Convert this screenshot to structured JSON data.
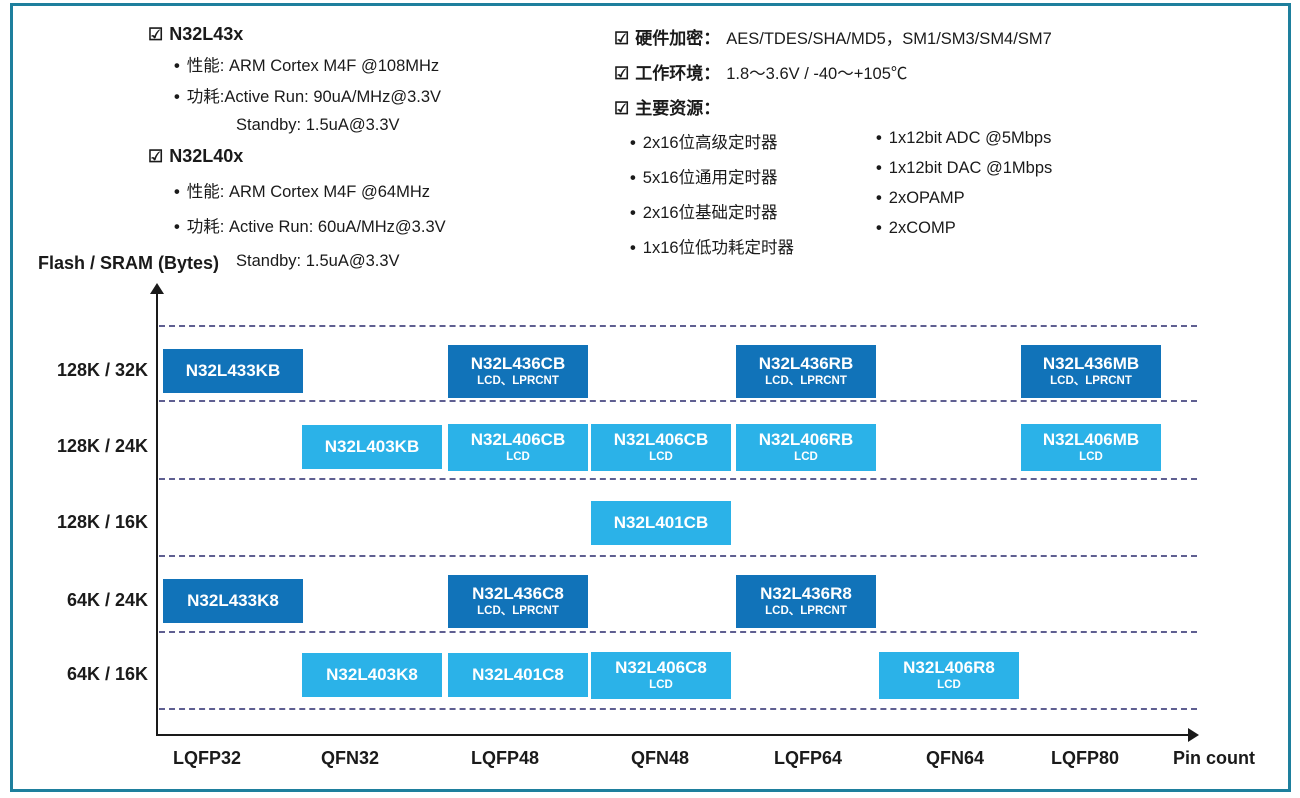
{
  "colors": {
    "frame_border": "#1e7f9d",
    "dash_line": "#44447e",
    "axis": "#1a1a1a",
    "chip_text": "#ffffff",
    "series": {
      "N32L43x": "#1173b9",
      "N32L40x": "#2bb2e8"
    }
  },
  "icons": {
    "checkbox": "☑",
    "bullet": "•"
  },
  "info_left": {
    "groups": [
      {
        "title": "N32L43x",
        "bullets": [
          "性能: ARM Cortex M4F @108MHz",
          "功耗:Active Run: 90uA/MHz@3.3V"
        ],
        "standby": "Standby: 1.5uA@3.3V"
      },
      {
        "title": "N32L40x",
        "bullets": [
          "性能: ARM Cortex M4F @64MHz",
          "功耗: Active Run: 60uA/MHz@3.3V"
        ],
        "standby": "Standby: 1.5uA@3.3V"
      }
    ]
  },
  "info_right": {
    "lines": [
      {
        "label": "硬件加密：",
        "value": "AES/TDES/SHA/MD5，SM1/SM3/SM4/SM7"
      },
      {
        "label": "工作环境：",
        "value": "1.8～3.6V / -40～+105℃"
      },
      {
        "label": "主要资源：",
        "value": ""
      }
    ],
    "resources_col1": [
      "2x16位高级定时器",
      "5x16位通用定时器",
      "2x16位基础定时器",
      "1x16位低功耗定时器"
    ],
    "resources_col2": [
      "1x12bit ADC @5Mbps",
      "1x12bit DAC @1Mbps",
      "2xOPAMP",
      "2xCOMP"
    ]
  },
  "chart_data": {
    "type": "scatter",
    "title": "",
    "xlabel": "Pin count",
    "ylabel": "Flash / SRAM (Bytes)",
    "x_categories": [
      "LQFP32",
      "QFN32",
      "LQFP48",
      "QFN48",
      "LQFP64",
      "QFN64",
      "LQFP80"
    ],
    "y_categories": [
      "128K / 32K",
      "128K / 24K",
      "128K / 16K",
      "64K / 24K",
      "64K / 16K"
    ],
    "grid": "dashed horizontal row separators",
    "legend": "color by family: N32L43x dark blue, N32L40x light blue",
    "points": [
      {
        "part": "N32L433KB",
        "features": "",
        "x": "LQFP32",
        "y": "128K / 32K",
        "series": "N32L43x"
      },
      {
        "part": "N32L436CB",
        "features": "LCD、LPRCNT",
        "x": "LQFP48",
        "y": "128K / 32K",
        "series": "N32L43x"
      },
      {
        "part": "N32L436RB",
        "features": "LCD、LPRCNT",
        "x": "LQFP64",
        "y": "128K / 32K",
        "series": "N32L43x"
      },
      {
        "part": "N32L436MB",
        "features": "LCD、LPRCNT",
        "x": "LQFP80",
        "y": "128K / 32K",
        "series": "N32L43x"
      },
      {
        "part": "N32L403KB",
        "features": "",
        "x": "QFN32",
        "y": "128K / 24K",
        "series": "N32L40x"
      },
      {
        "part": "N32L406CB",
        "features": "LCD",
        "x": "LQFP48",
        "y": "128K / 24K",
        "series": "N32L40x"
      },
      {
        "part": "N32L406CB",
        "features": "LCD",
        "x": "QFN48",
        "y": "128K / 24K",
        "series": "N32L40x"
      },
      {
        "part": "N32L406RB",
        "features": "LCD",
        "x": "LQFP64",
        "y": "128K / 24K",
        "series": "N32L40x"
      },
      {
        "part": "N32L406MB",
        "features": "LCD",
        "x": "LQFP80",
        "y": "128K / 24K",
        "series": "N32L40x"
      },
      {
        "part": "N32L401CB",
        "features": "",
        "x": "QFN48",
        "y": "128K / 16K",
        "series": "N32L40x"
      },
      {
        "part": "N32L433K8",
        "features": "",
        "x": "LQFP32",
        "y": "64K / 24K",
        "series": "N32L43x"
      },
      {
        "part": "N32L436C8",
        "features": "LCD、LPRCNT",
        "x": "LQFP48",
        "y": "64K / 24K",
        "series": "N32L43x"
      },
      {
        "part": "N32L436R8",
        "features": "LCD、LPRCNT",
        "x": "LQFP64",
        "y": "64K / 24K",
        "series": "N32L43x"
      },
      {
        "part": "N32L403K8",
        "features": "",
        "x": "QFN32",
        "y": "64K / 16K",
        "series": "N32L40x"
      },
      {
        "part": "N32L401C8",
        "features": "",
        "x": "LQFP48",
        "y": "64K / 16K",
        "series": "N32L40x"
      },
      {
        "part": "N32L406C8",
        "features": "LCD",
        "x": "QFN48",
        "y": "64K / 16K",
        "series": "N32L40x"
      },
      {
        "part": "N32L406R8",
        "features": "LCD",
        "x": "QFN64",
        "y": "64K / 16K",
        "series": "N32L40x"
      }
    ]
  }
}
